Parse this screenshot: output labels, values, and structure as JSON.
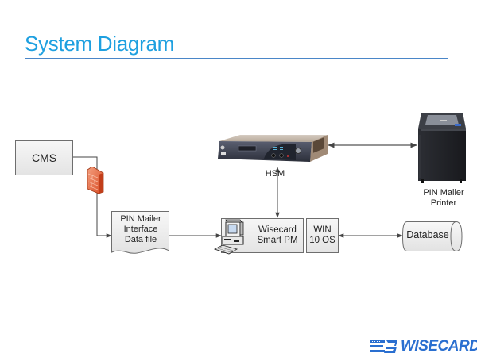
{
  "page": {
    "title": "System Diagram"
  },
  "nodes": {
    "cms": {
      "label": "CMS"
    },
    "firewall": {
      "icon": "firewall-icon"
    },
    "data_file": {
      "line1": "PIN Mailer",
      "line2": "Interface",
      "line3": "Data file"
    },
    "hsm": {
      "label": "HSM",
      "icon": "hsm-device-icon"
    },
    "printer": {
      "line1": "PIN Mailer",
      "line2": "Printer",
      "icon": "printer-icon"
    },
    "smart_pm": {
      "line1": "Wisecard",
      "line2": "Smart PM",
      "icon": "computer-icon"
    },
    "os": {
      "line1": "WIN",
      "line2": "10 OS"
    },
    "database": {
      "label": "Database"
    }
  },
  "connections": [
    {
      "from": "CMS",
      "to": "PIN Mailer Interface Data file",
      "via": "firewall",
      "arrow": "end"
    },
    {
      "from": "PIN Mailer Interface Data file",
      "to": "Wisecard Smart PM",
      "arrow": "end"
    },
    {
      "from": "HSM",
      "to": "Wisecard Smart PM",
      "arrow": "both"
    },
    {
      "from": "HSM",
      "to": "PIN Mailer Printer",
      "arrow": "both"
    },
    {
      "from": "WIN 10 OS",
      "to": "Database",
      "arrow": "both"
    }
  ],
  "brand": {
    "name": "WISECARD",
    "color": "#2a6fd0",
    "title_color": "#1ea0e0"
  }
}
